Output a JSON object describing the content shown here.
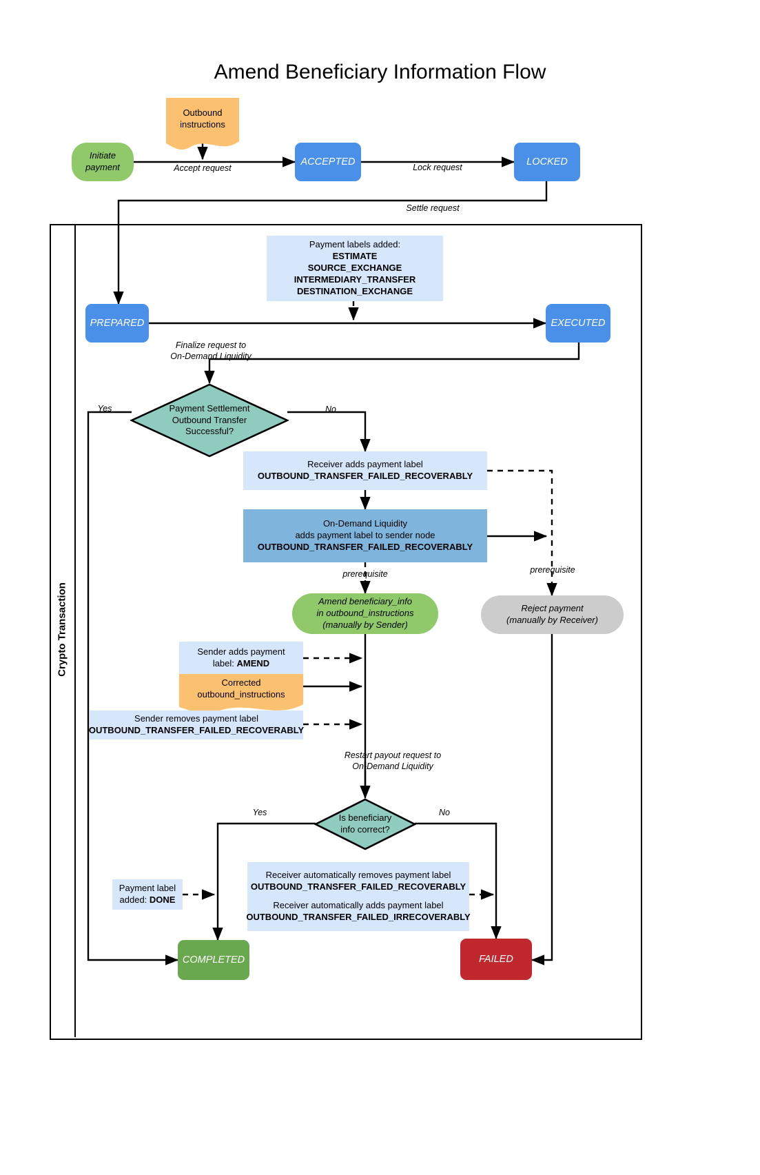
{
  "title": "Amend Beneficiary Information Flow",
  "lane": {
    "label": "Crypto Transaction"
  },
  "nodes": {
    "initiate": "Initiate\npayment",
    "outbound_instructions": "Outbound\ninstructions",
    "accepted": "ACCEPTED",
    "locked": "LOCKED",
    "prepared": "PREPARED",
    "executed": "EXECUTED",
    "payment_labels_added": {
      "heading": "Payment labels added:",
      "labels": [
        "ESTIMATE",
        "SOURCE_EXCHANGE",
        "INTERMEDIARY_TRANSFER",
        "DESTINATION_EXCHANGE"
      ]
    },
    "decision_settlement": "Payment Settlement\nOutbound Transfer\nSuccessful?",
    "receiver_adds_label": {
      "line1": "Receiver adds payment label",
      "line2": "OUTBOUND_TRANSFER_FAILED_RECOVERABLY"
    },
    "odl_adds_label": {
      "line1": "On-Demand Liquidity",
      "line2": "adds payment label to sender node",
      "line3": "OUTBOUND_TRANSFER_FAILED_RECOVERABLY"
    },
    "amend_beneficiary": "Amend beneficiary_info\nin outbound_instructions\n(manually by Sender)",
    "reject_payment": "Reject payment\n(manually by Receiver)",
    "sender_adds_amend": {
      "line1": "Sender adds payment",
      "line2_prefix": "label: ",
      "line2_bold": "AMEND"
    },
    "corrected_outbound": "Corrected\noutbound_instructions",
    "sender_removes_label": {
      "line1": "Sender removes payment label",
      "line2": "OUTBOUND_TRANSFER_FAILED_RECOVERABLY"
    },
    "decision_beneficiary": "Is beneficiary\ninfo correct?",
    "payment_label_done": {
      "line1": "Payment label",
      "line2_prefix": "added: ",
      "line2_bold": "DONE"
    },
    "receiver_auto": {
      "remove_line1": "Receiver automatically removes payment label",
      "remove_line2": "OUTBOUND_TRANSFER_FAILED_RECOVERABLY",
      "add_line1": "Receiver automatically adds payment label",
      "add_line2": "OUTBOUND_TRANSFER_FAILED_IRRECOVERABLY"
    },
    "completed": "COMPLETED",
    "failed": "FAILED"
  },
  "edge_labels": {
    "accept_request": "Accept request",
    "lock_request": "Lock request",
    "settle_request": "Settle request",
    "finalize_request": "Finalize request to\nOn-Demand Liquidity",
    "yes_1": "Yes",
    "no_1": "No",
    "prerequisite_1": "prerequisite",
    "prerequisite_2": "prerequisite",
    "restart_payout": "Restart payout request to\nOn-Demand Liquidity",
    "yes_2": "Yes",
    "no_2": "No"
  },
  "colors": {
    "state_blue": "#4a90e8",
    "start_green": "#8fc96a",
    "completed_green": "#6aa84f",
    "failed_red": "#c0282d",
    "note_light_blue": "#d6e6fb",
    "note_mid_blue": "#7fb4dd",
    "doc_orange": "#fbc171",
    "diamond_teal": "#8fccbf",
    "reject_grey": "#cccccc",
    "line_black": "#000000"
  }
}
